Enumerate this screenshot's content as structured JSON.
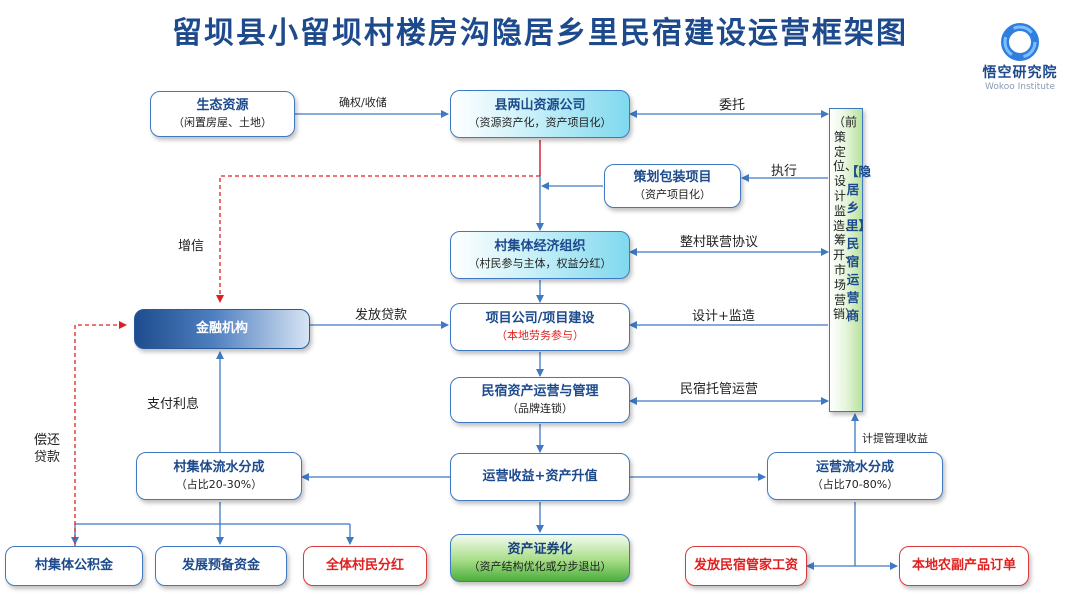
{
  "title": "留坝县小留坝村楼房沟隐居乡里民宿建设运营框架图",
  "logo": {
    "name": "悟空研究院",
    "sub": "Wokoo Institute",
    "icon": "wokoo-ring-logo",
    "color": "#2f7fe0"
  },
  "colors": {
    "blue": "#3f79c4",
    "red": "#e02020",
    "title": "#1d4a8c"
  },
  "boxes": {
    "eco": {
      "title": "生态资源",
      "sub": "（闲置房屋、土地）"
    },
    "liangshan": {
      "title": "县两山资源公司",
      "sub": "（资源资产化，资产项目化）"
    },
    "planning": {
      "title": "策划包装项目",
      "sub": "（资产项目化）"
    },
    "collective": {
      "title": "村集体经济组织",
      "sub": "（村民参与主体，权益分红）"
    },
    "finance": {
      "title": "金融机构"
    },
    "project": {
      "title": "项目公司/项目建设",
      "sub": "（本地劳务参与）"
    },
    "operation": {
      "title": "民宿资产运营与管理",
      "sub": "（品牌连锁）"
    },
    "villageflow": {
      "title": "村集体流水分成",
      "sub": "（占比20-30%）"
    },
    "income": {
      "title": "运营收益+资产升值"
    },
    "opflow": {
      "title": "运营流水分成",
      "sub": "（占比70-80%）"
    },
    "accum": {
      "title": "村集体公积金"
    },
    "reserve": {
      "title": "发展预备资金"
    },
    "dividend": {
      "title": "全体村民分红"
    },
    "securitize": {
      "title": "资产证券化",
      "sub": "（资产结构优化或分步退出）"
    },
    "wage": {
      "title": "发放民宿管家工资"
    },
    "orders": {
      "title": "本地农副产品订单"
    }
  },
  "operator": {
    "name": "【隐居乡里】民宿运营商",
    "note": "（前策定位、设计监造、筹开、市场营销）"
  },
  "labels": {
    "confirm": "确权/收储",
    "entrust": "委托",
    "execute": "执行",
    "credit": "增信",
    "joint": "整村联营协议",
    "loan": "发放贷款",
    "design": "设计+监造",
    "interest": "支付利息",
    "hosting": "民宿托管运营",
    "accrue": "计提管理收益",
    "repay": "偿还贷款"
  }
}
